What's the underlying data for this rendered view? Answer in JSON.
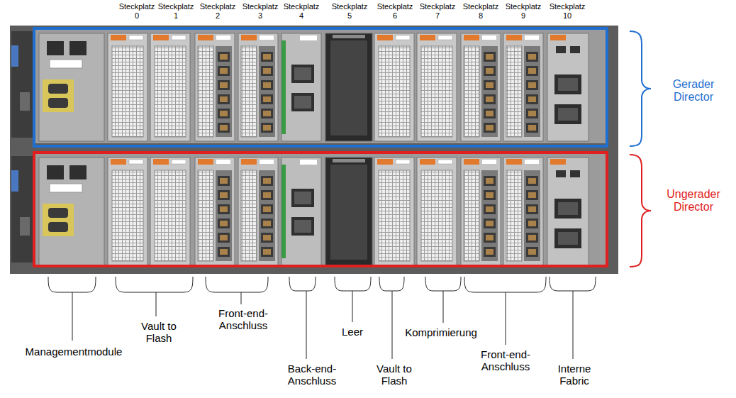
{
  "diagram": {
    "labels": [
      "Steckplatz 0",
      "Steckplatz 1",
      "Steckplatz 2",
      "Steckplatz 3",
      "Steckplatz 4",
      "Steckplatz 5",
      "Steckplatz 6",
      "Steckplatz 7",
      "Steckplatz 8",
      "Steckplatz 9",
      "Steckplatz 10",
      "Gerader Director",
      "Ungerader Director",
      "Managementmodule",
      "Vault to Flash",
      "Front-end-Anschluss",
      "Back-end-Anschluss",
      "Leer",
      "Vault to Flash",
      "Komprimierung",
      "Front-end-Anschluss",
      "Interne Fabric"
    ]
  }
}
